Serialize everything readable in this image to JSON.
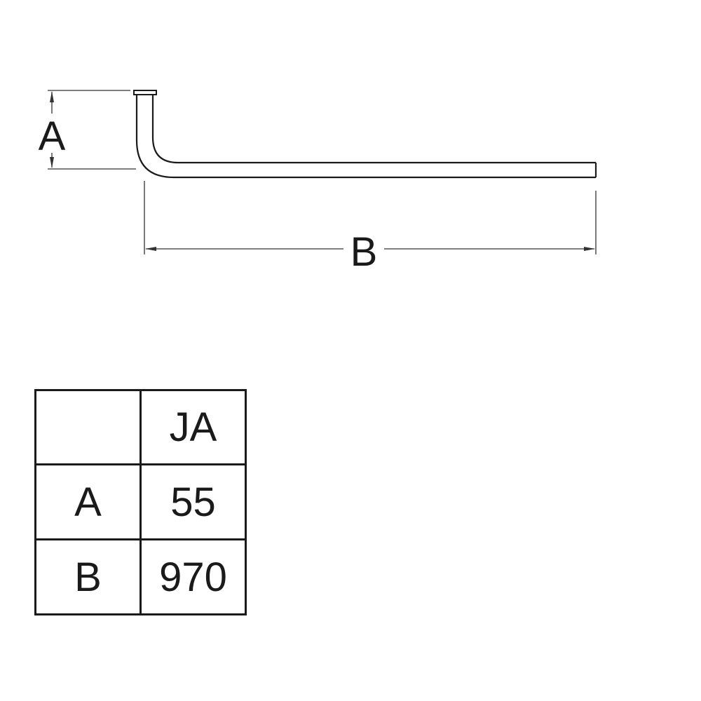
{
  "diagram": {
    "dimension_labels": {
      "a": "A",
      "b": "B"
    }
  },
  "spec_table": {
    "header": [
      "",
      "JA"
    ],
    "rows": [
      {
        "label": "A",
        "value": "55"
      },
      {
        "label": "B",
        "value": "970"
      }
    ]
  },
  "colors": {
    "line": "#1a1a1a",
    "background": "#ffffff"
  }
}
